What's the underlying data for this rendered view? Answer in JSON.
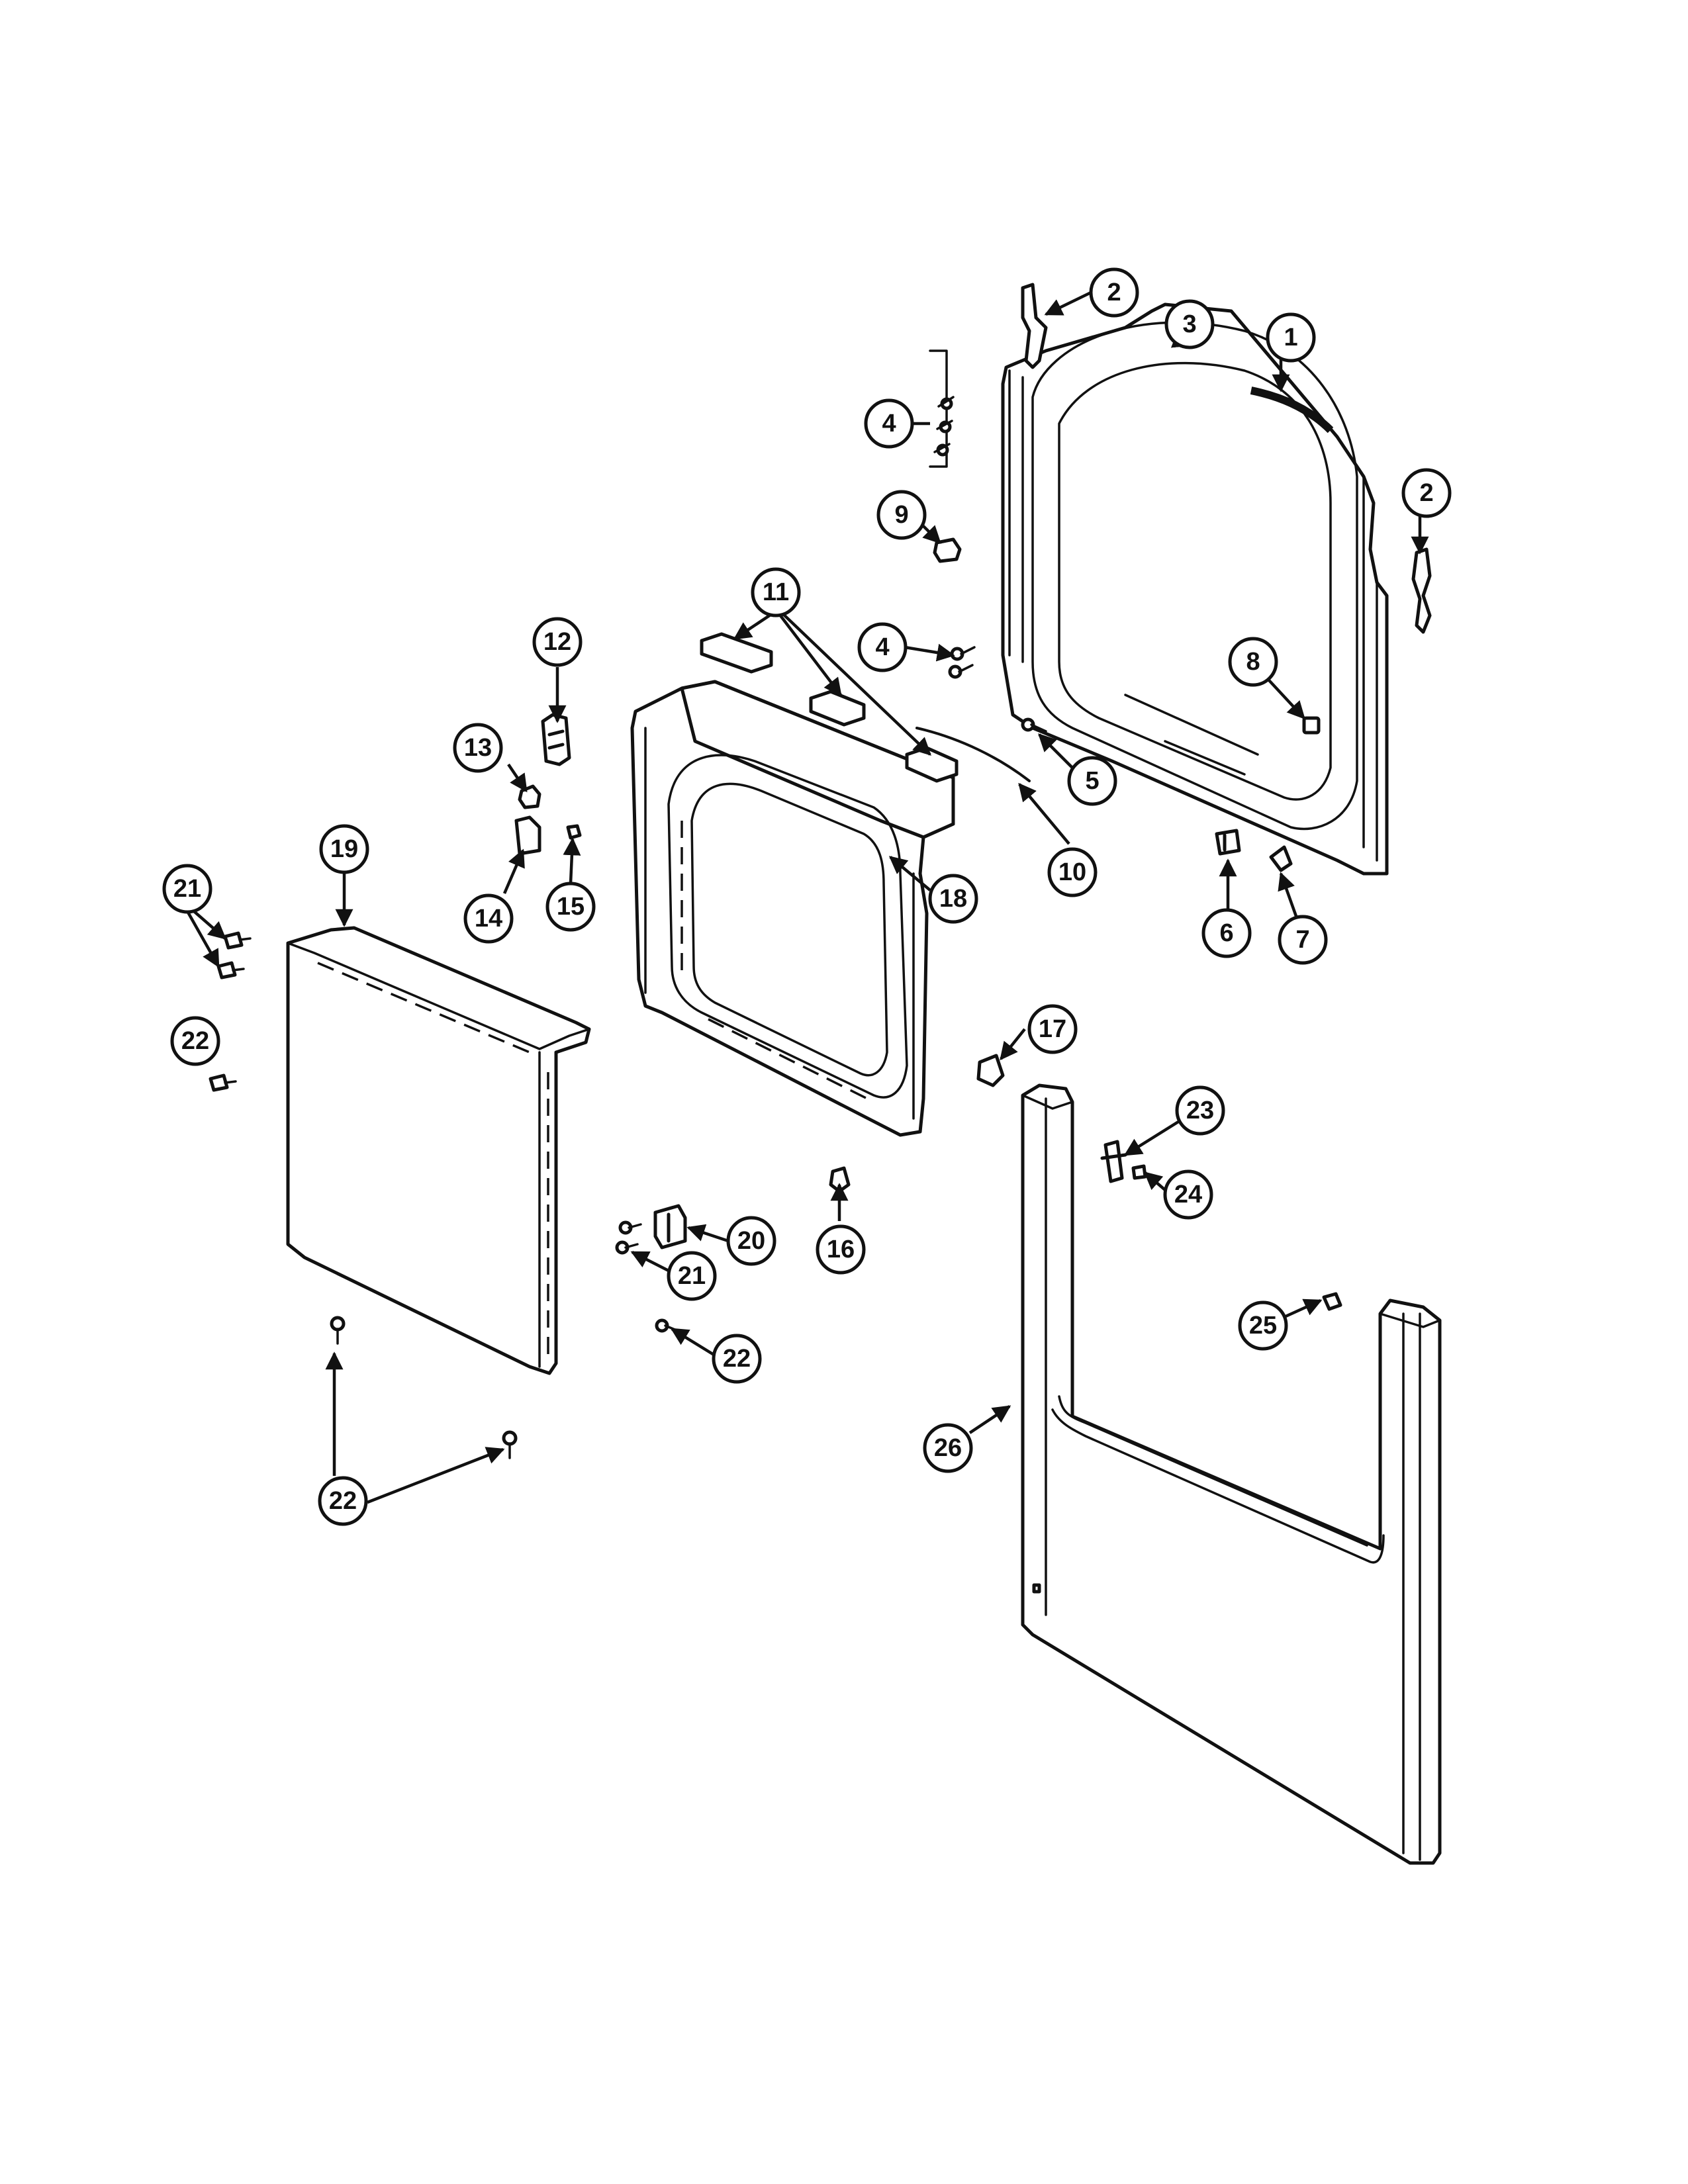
{
  "diagram": {
    "callouts": [
      {
        "label": "1"
      },
      {
        "label": "2"
      },
      {
        "label": "2"
      },
      {
        "label": "3"
      },
      {
        "label": "4"
      },
      {
        "label": "4"
      },
      {
        "label": "5"
      },
      {
        "label": "6"
      },
      {
        "label": "7"
      },
      {
        "label": "8"
      },
      {
        "label": "9"
      },
      {
        "label": "10"
      },
      {
        "label": "11"
      },
      {
        "label": "12"
      },
      {
        "label": "13"
      },
      {
        "label": "14"
      },
      {
        "label": "15"
      },
      {
        "label": "16"
      },
      {
        "label": "17"
      },
      {
        "label": "18"
      },
      {
        "label": "19"
      },
      {
        "label": "20"
      },
      {
        "label": "21"
      },
      {
        "label": "21"
      },
      {
        "label": "22"
      },
      {
        "label": "22"
      },
      {
        "label": "22"
      },
      {
        "label": "23"
      },
      {
        "label": "24"
      },
      {
        "label": "25"
      },
      {
        "label": "26"
      }
    ]
  }
}
